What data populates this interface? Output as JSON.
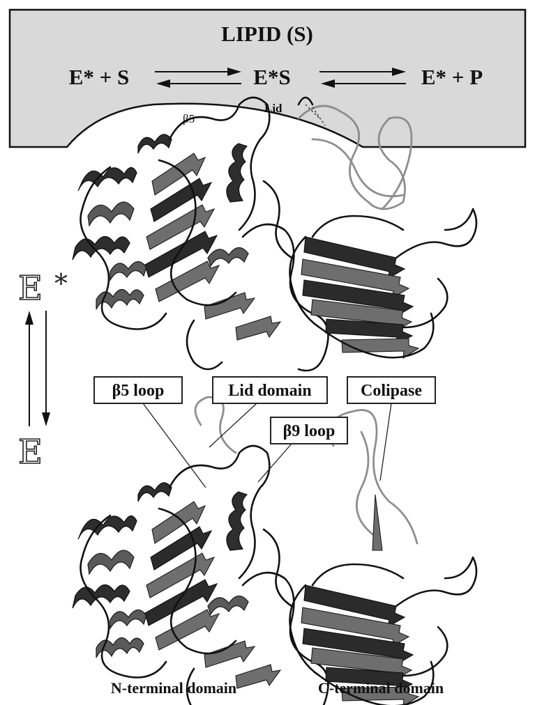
{
  "lipid_panel": {
    "title": "LIPID (S)",
    "reaction": {
      "term1": "E* + S",
      "term2": "E*S",
      "term3": "E* + P"
    },
    "fill_color": "#d9d9d9"
  },
  "labels": {
    "beta5_small": "β5",
    "lid_small": "Lid",
    "enzyme_active": "E",
    "enzyme_active_star": "*",
    "enzyme_inactive": "E"
  },
  "callouts": {
    "beta5_loop": "β5 loop",
    "lid_domain": "Lid domain",
    "beta9_loop": "β9 loop",
    "colipase": "Colipase"
  },
  "domains": {
    "n_terminal": "N-terminal domain",
    "c_terminal": "C-terminal domain"
  },
  "icons": [
    "equilibrium-arrows-icon",
    "protein-ribbon-icon"
  ]
}
